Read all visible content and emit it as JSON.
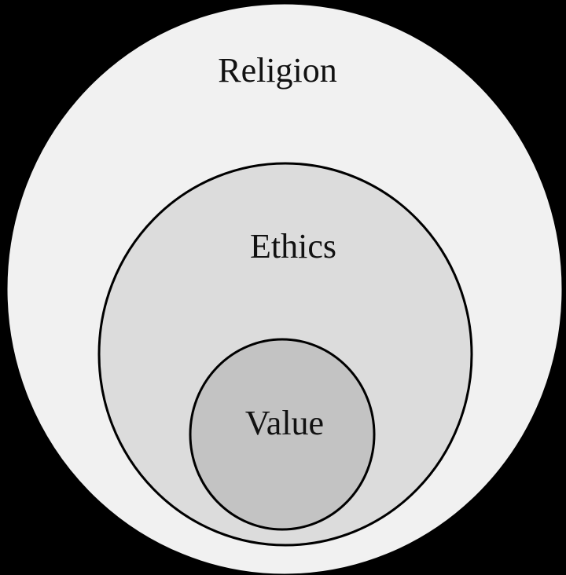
{
  "diagram": {
    "type": "nested-circles",
    "circles": [
      {
        "id": "religion",
        "label": "Religion",
        "fill": "#f1f1f1",
        "stroke": "#000000"
      },
      {
        "id": "ethics",
        "label": "Ethics",
        "fill": "#dcdcdc",
        "stroke": "#000000"
      },
      {
        "id": "value",
        "label": "Value",
        "fill": "#c3c3c3",
        "stroke": "#000000"
      }
    ],
    "background": "#000000"
  }
}
